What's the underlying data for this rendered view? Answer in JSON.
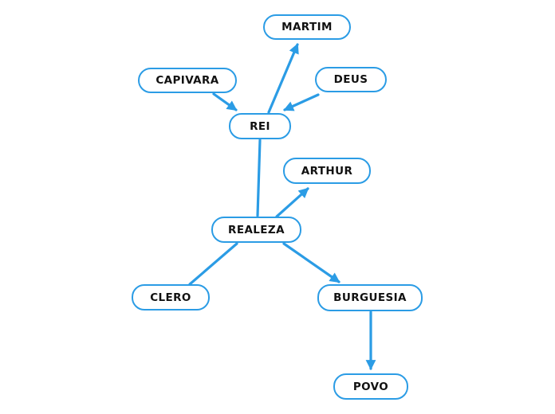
{
  "canvas": {
    "background": "#ffffff",
    "accent_color": "#2b9ce5",
    "text_color": "#111111"
  },
  "diagram": {
    "type": "mind-map",
    "nodes": [
      {
        "id": "martim",
        "label": "MARTIM"
      },
      {
        "id": "capivara",
        "label": "CAPIVARA"
      },
      {
        "id": "deus",
        "label": "DEUS"
      },
      {
        "id": "rei",
        "label": "REI"
      },
      {
        "id": "arthur",
        "label": "ARTHUR"
      },
      {
        "id": "realeza",
        "label": "REALEZA"
      },
      {
        "id": "clero",
        "label": "CLERO"
      },
      {
        "id": "burguesia",
        "label": "BURGUESIA"
      },
      {
        "id": "povo",
        "label": "POVO"
      }
    ],
    "edges": [
      {
        "from": "capivara",
        "to": "rei",
        "directed": true
      },
      {
        "from": "deus",
        "to": "rei",
        "directed": true
      },
      {
        "from": "rei",
        "to": "martim",
        "directed": true
      },
      {
        "from": "rei",
        "to": "realeza",
        "directed": false
      },
      {
        "from": "realeza",
        "to": "arthur",
        "directed": true
      },
      {
        "from": "realeza",
        "to": "clero",
        "directed": false
      },
      {
        "from": "realeza",
        "to": "burguesia",
        "directed": true
      },
      {
        "from": "burguesia",
        "to": "povo",
        "directed": true
      }
    ]
  }
}
